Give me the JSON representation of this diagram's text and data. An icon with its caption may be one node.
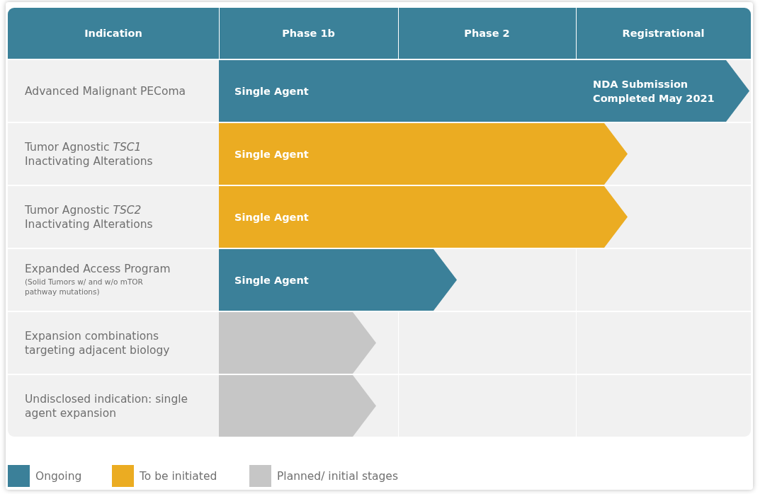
{
  "diagram": {
    "nodes": [
      {
        "text": [
          "Single Agent",
          "NDA Submission Completed May 2021"
        ]
      },
      {
        "text": [
          "Single Agent"
        ]
      },
      {
        "text": [
          "Single Agent"
        ]
      },
      {
        "text": [
          "Single Agent"
        ]
      },
      {
        "text": [],
        "shape": "bar"
      },
      {
        "text": [],
        "shape": "bar"
      }
    ],
    "labels": [
      "Indication",
      "Phase 1b",
      "Phase 2",
      "Registrational",
      "Advanced Malignant PEComa",
      "Tumor Agnostic *TSC1* Inactivating Alterations",
      "Tumor Agnostic *TSC2* Inactivating Alterations",
      "Expanded Access Program",
      "(Solid Tumors w/ and w/o mTOR pathway mutations)",
      "Expansion combinations targeting adjacent biology",
      "Undisclosed indication: single agent expansion"
    ],
    "legend": [
      {
        "text": "Ongoing",
        "color": "#3b8099"
      },
      {
        "text": "To be initiated",
        "color": "#ebac22"
      },
      {
        "text": "Planned/ initial stages",
        "color": "#c6c6c6"
      }
    ]
  }
}
